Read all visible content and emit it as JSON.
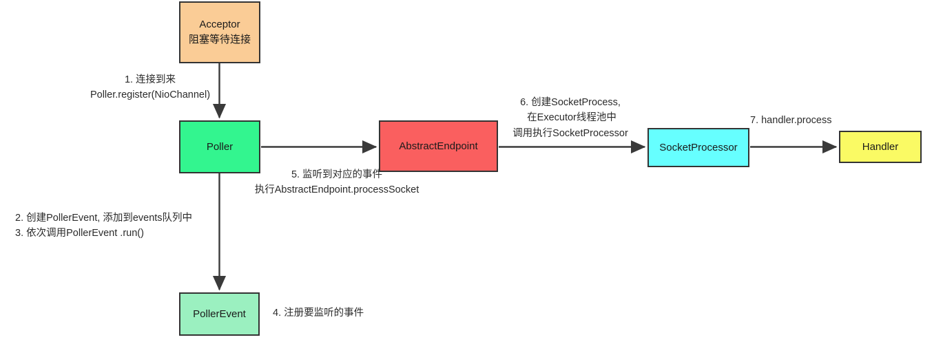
{
  "diagram": {
    "title": "Tomcat NIO Acceptor-Poller-Endpoint flow",
    "background": "#ffffff",
    "edge_color": "#3a3a3a",
    "nodes": [
      {
        "id": "acceptor",
        "label_line1": "Acceptor",
        "label_line2": "阻塞等待连接",
        "fill": "#FACC96",
        "stroke": "#333333"
      },
      {
        "id": "poller",
        "label_line1": "Poller",
        "fill": "#33F58F",
        "stroke": "#333333"
      },
      {
        "id": "pollerevent",
        "label_line1": "PollerEvent",
        "fill": "#9BF0C0",
        "stroke": "#333333"
      },
      {
        "id": "abstractendpoint",
        "label_line1": "AbstractEndpoint",
        "fill": "#FA5F5F",
        "stroke": "#333333"
      },
      {
        "id": "socketprocessor",
        "label_line1": "SocketProcessor",
        "fill": "#66FFFF",
        "stroke": "#333333"
      },
      {
        "id": "handler",
        "label_line1": "Handler",
        "fill": "#FAFA64",
        "stroke": "#333333"
      }
    ],
    "edge_labels": {
      "step1": "1. 连接到来\nPoller.register(NioChannel)",
      "step2_3": "2. 创建PollerEvent, 添加到events队列中\n3. 依次调用PollerEvent .run()",
      "step4": "4. 注册要监听的事件",
      "step5": "5. 监听到对应的事件\n执行AbstractEndpoint.processSocket",
      "step6": "6. 创建SocketProcess,\n 在Executor线程池中\n调用执行SocketProcessor",
      "step7": "7. handler.process"
    }
  }
}
